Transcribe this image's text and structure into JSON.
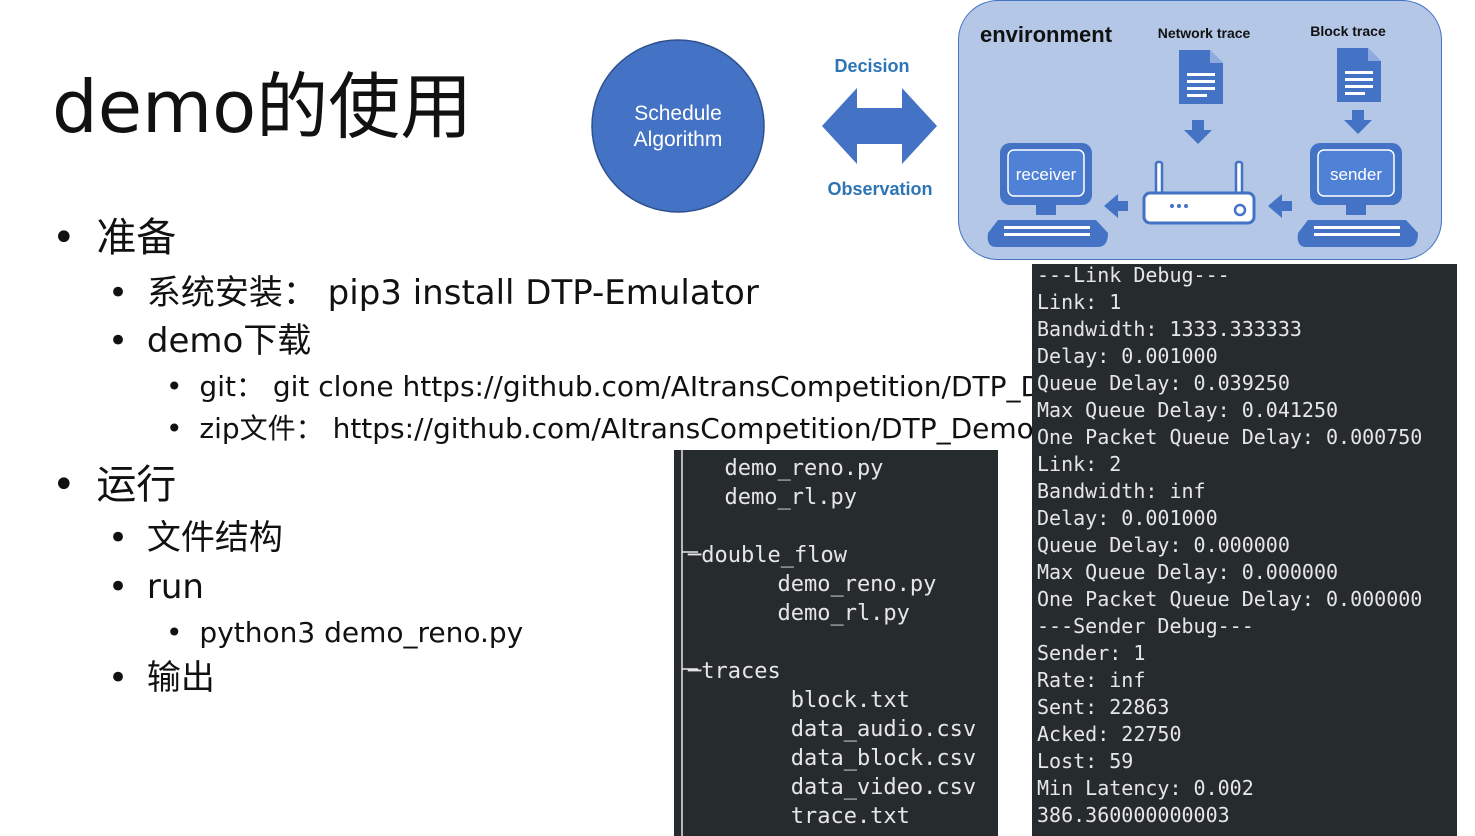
{
  "slide": {
    "title": "demo的使用",
    "bullets": {
      "prep": "准备",
      "sys_install": "系统安装：  pip3 install DTP-Emulator",
      "demo_download": "demo下载",
      "git": "git：  git clone https://github.com/AItransCompetition/DTP_De",
      "zip": "zip文件：  https://github.com/AItransCompetition/DTP_Demo/",
      "run_section": "运行",
      "file_struct": "文件结构",
      "run": "run",
      "python_cmd": "python3 demo_reno.py",
      "output": "输出"
    }
  },
  "diagram": {
    "algorithm_line1": "Schedule",
    "algorithm_line2": "Algorithm",
    "decision": "Decision",
    "observation": "Observation",
    "environment": "environment",
    "network_trace": "Network trace",
    "block_trace": "Block trace",
    "receiver": "receiver",
    "sender": "sender",
    "colors": {
      "accent": "#4472c4",
      "env_bg": "#b4c7e7",
      "text_blue": "#2e75b6"
    }
  },
  "file_tree": [
    "  demo_reno.py",
    "  demo_rl.py",
    "",
    "─double_flow",
    "      demo_reno.py",
    "      demo_rl.py",
    "",
    "─traces",
    "       block.txt",
    "       data_audio.csv",
    "       data_block.csv",
    "       data_video.csv",
    "       trace.txt"
  ],
  "debug_output": [
    "---Link Debug---",
    "Link: 1",
    "Bandwidth: 1333.333333",
    "Delay: 0.001000",
    "Queue Delay: 0.039250",
    "Max Queue Delay: 0.041250",
    "One Packet Queue Delay: 0.000750",
    "Link: 2",
    "Bandwidth: inf",
    "Delay: 0.001000",
    "Queue Delay: 0.000000",
    "Max Queue Delay: 0.000000",
    "One Packet Queue Delay: 0.000000",
    "---Sender Debug---",
    "Sender: 1",
    "Rate: inf",
    "Sent: 22863",
    "Acked: 22750",
    "Lost: 59",
    "Min Latency: 0.002",
    "386.360000000003"
  ]
}
